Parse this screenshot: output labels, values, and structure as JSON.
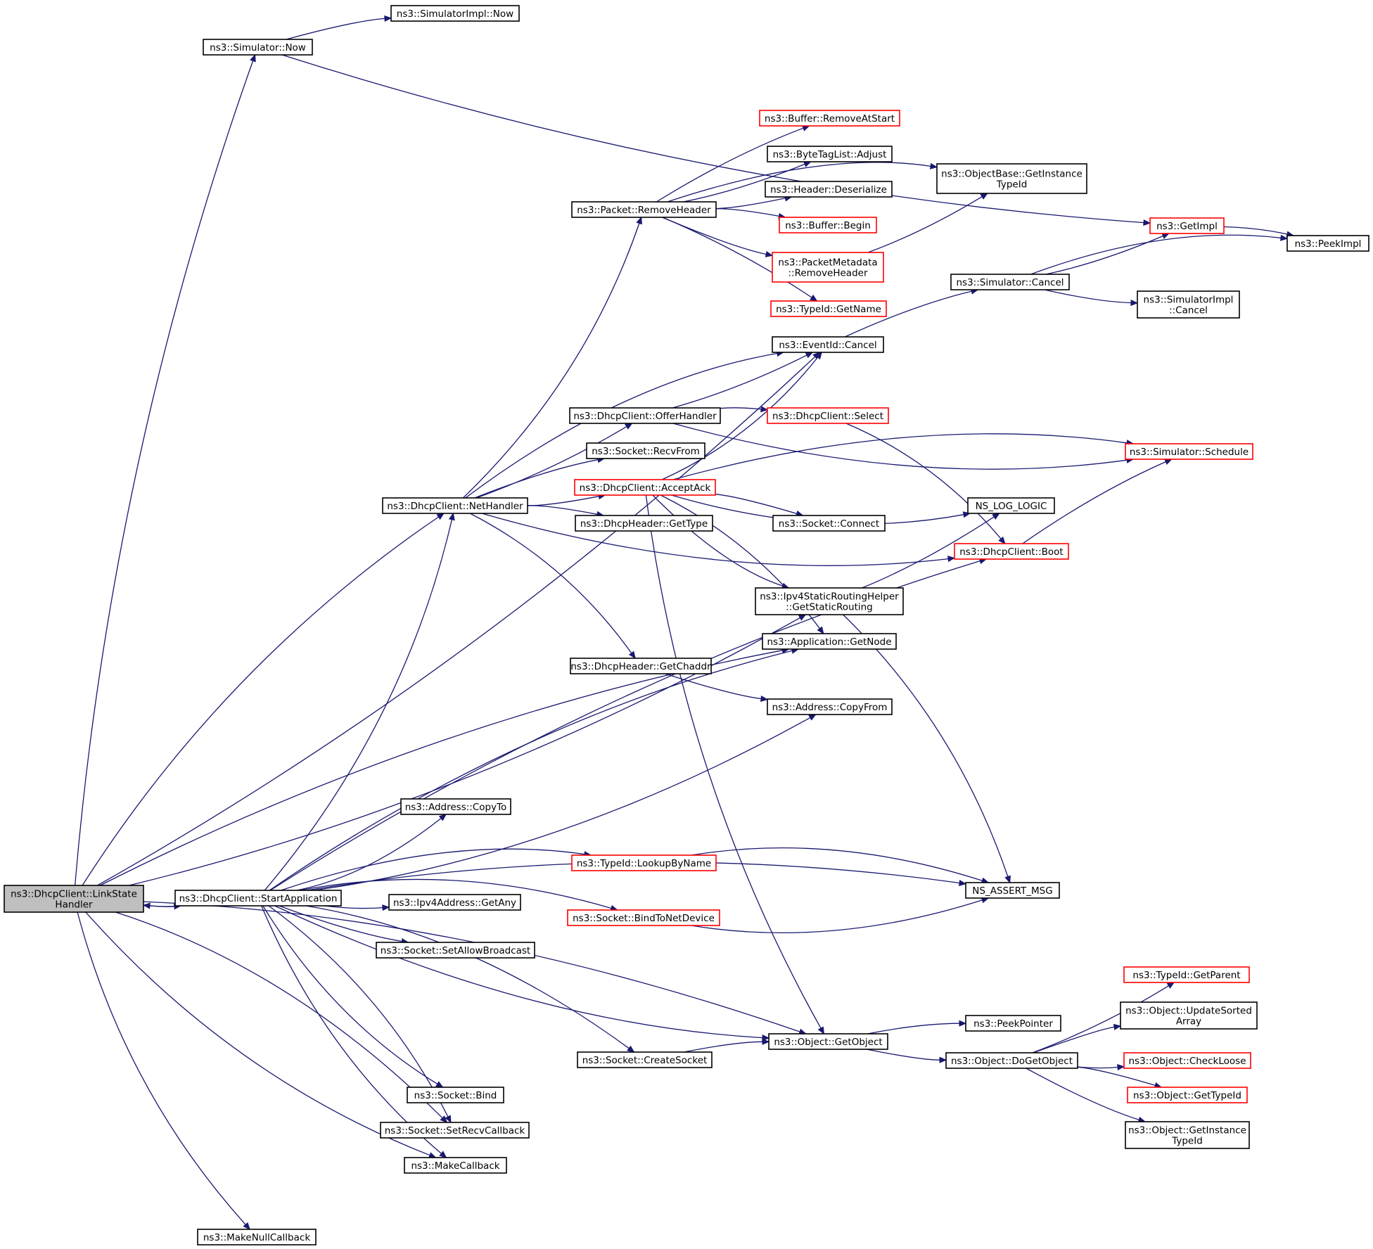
{
  "colors": {
    "edge": "#191970",
    "border_normal": "#000000",
    "border_truncated": "#ff0000",
    "root_fill": "#bfbfbf",
    "node_fill": "#ffffff"
  },
  "nodes": [
    {
      "id": "linkstate",
      "lines": [
        "ns3::DhcpClient::LinkState",
        "Handler"
      ],
      "style": "root"
    },
    {
      "id": "startapp",
      "lines": [
        "ns3::DhcpClient::StartApplication"
      ],
      "style": "normal"
    },
    {
      "id": "simnow",
      "lines": [
        "ns3::Simulator::Now"
      ],
      "style": "normal"
    },
    {
      "id": "simimplnow",
      "lines": [
        "ns3::SimulatorImpl::Now"
      ],
      "style": "normal"
    },
    {
      "id": "removeatstart",
      "lines": [
        "ns3::Buffer::RemoveAtStart"
      ],
      "style": "truncated"
    },
    {
      "id": "bytetag",
      "lines": [
        "ns3::ByteTagList::Adjust"
      ],
      "style": "normal"
    },
    {
      "id": "objbase",
      "lines": [
        "ns3::ObjectBase::GetInstance",
        "TypeId"
      ],
      "style": "normal"
    },
    {
      "id": "hdrdeser",
      "lines": [
        "ns3::Header::Deserialize"
      ],
      "style": "normal"
    },
    {
      "id": "pktremove",
      "lines": [
        "ns3::Packet::RemoveHeader"
      ],
      "style": "normal"
    },
    {
      "id": "bufbegin",
      "lines": [
        "ns3::Buffer::Begin"
      ],
      "style": "truncated"
    },
    {
      "id": "getimpl",
      "lines": [
        "ns3::GetImpl"
      ],
      "style": "truncated"
    },
    {
      "id": "peekimpl",
      "lines": [
        "ns3::PeekImpl"
      ],
      "style": "normal"
    },
    {
      "id": "pktmeta",
      "lines": [
        "ns3::PacketMetadata",
        "::RemoveHeader"
      ],
      "style": "truncated"
    },
    {
      "id": "simcancel",
      "lines": [
        "ns3::Simulator::Cancel"
      ],
      "style": "normal"
    },
    {
      "id": "simimplcancel",
      "lines": [
        "ns3::SimulatorImpl",
        "::Cancel"
      ],
      "style": "normal"
    },
    {
      "id": "typegetname",
      "lines": [
        "ns3::TypeId::GetName"
      ],
      "style": "truncated"
    },
    {
      "id": "evcancel",
      "lines": [
        "ns3::EventId::Cancel"
      ],
      "style": "normal"
    },
    {
      "id": "offer",
      "lines": [
        "ns3::DhcpClient::OfferHandler"
      ],
      "style": "normal"
    },
    {
      "id": "select",
      "lines": [
        "ns3::DhcpClient::Select"
      ],
      "style": "truncated"
    },
    {
      "id": "recvfrom",
      "lines": [
        "ns3::Socket::RecvFrom"
      ],
      "style": "normal"
    },
    {
      "id": "schedule",
      "lines": [
        "ns3::Simulator::Schedule"
      ],
      "style": "truncated"
    },
    {
      "id": "acceptack",
      "lines": [
        "ns3::DhcpClient::AcceptAck"
      ],
      "style": "truncated"
    },
    {
      "id": "nethandler",
      "lines": [
        "ns3::DhcpClient::NetHandler"
      ],
      "style": "normal"
    },
    {
      "id": "nslog",
      "lines": [
        "NS_LOG_LOGIC"
      ],
      "style": "normal"
    },
    {
      "id": "dhcpgettype",
      "lines": [
        "ns3::DhcpHeader::GetType"
      ],
      "style": "normal"
    },
    {
      "id": "sockconnect",
      "lines": [
        "ns3::Socket::Connect"
      ],
      "style": "normal"
    },
    {
      "id": "boot",
      "lines": [
        "ns3::DhcpClient::Boot"
      ],
      "style": "truncated"
    },
    {
      "id": "ipv4static",
      "lines": [
        "ns3::Ipv4StaticRoutingHelper",
        "::GetStaticRouting"
      ],
      "style": "normal"
    },
    {
      "id": "appgetnode",
      "lines": [
        "ns3::Application::GetNode"
      ],
      "style": "normal"
    },
    {
      "id": "getchaddr",
      "lines": [
        "ns3::DhcpHeader::GetChaddr"
      ],
      "style": "normal"
    },
    {
      "id": "copyfrom",
      "lines": [
        "ns3::Address::CopyFrom"
      ],
      "style": "normal"
    },
    {
      "id": "copyto",
      "lines": [
        "ns3::Address::CopyTo"
      ],
      "style": "normal"
    },
    {
      "id": "lookup",
      "lines": [
        "ns3::TypeId::LookupByName"
      ],
      "style": "truncated"
    },
    {
      "id": "getany",
      "lines": [
        "ns3::Ipv4Address::GetAny"
      ],
      "style": "normal"
    },
    {
      "id": "assertmsg",
      "lines": [
        "NS_ASSERT_MSG"
      ],
      "style": "normal"
    },
    {
      "id": "bindnet",
      "lines": [
        "ns3::Socket::BindToNetDevice"
      ],
      "style": "truncated"
    },
    {
      "id": "allowbc",
      "lines": [
        "ns3::Socket::SetAllowBroadcast"
      ],
      "style": "normal"
    },
    {
      "id": "getparent",
      "lines": [
        "ns3::TypeId::GetParent"
      ],
      "style": "truncated"
    },
    {
      "id": "updsorted",
      "lines": [
        "ns3::Object::UpdateSorted",
        "Array"
      ],
      "style": "normal"
    },
    {
      "id": "peekptr",
      "lines": [
        "ns3::PeekPointer"
      ],
      "style": "normal"
    },
    {
      "id": "getobject",
      "lines": [
        "ns3::Object::GetObject"
      ],
      "style": "normal"
    },
    {
      "id": "createsock",
      "lines": [
        "ns3::Socket::CreateSocket"
      ],
      "style": "normal"
    },
    {
      "id": "dogetobj",
      "lines": [
        "ns3::Object::DoGetObject"
      ],
      "style": "normal"
    },
    {
      "id": "checkloose",
      "lines": [
        "ns3::Object::CheckLoose"
      ],
      "style": "truncated"
    },
    {
      "id": "sockbind",
      "lines": [
        "ns3::Socket::Bind"
      ],
      "style": "normal"
    },
    {
      "id": "gettypeid",
      "lines": [
        "ns3::Object::GetTypeId"
      ],
      "style": "truncated"
    },
    {
      "id": "setrecv",
      "lines": [
        "ns3::Socket::SetRecvCallback"
      ],
      "style": "normal"
    },
    {
      "id": "objinst",
      "lines": [
        "ns3::Object::GetInstance",
        "TypeId"
      ],
      "style": "normal"
    },
    {
      "id": "makecb",
      "lines": [
        "ns3::MakeCallback"
      ],
      "style": "normal"
    },
    {
      "id": "makenull",
      "lines": [
        "ns3::MakeNullCallback"
      ],
      "style": "normal"
    }
  ],
  "edges": [
    [
      "linkstate",
      "simnow"
    ],
    [
      "linkstate",
      "evcancel"
    ],
    [
      "linkstate",
      "nethandler"
    ],
    [
      "linkstate",
      "ipv4static"
    ],
    [
      "linkstate",
      "appgetnode"
    ],
    [
      "linkstate",
      "startapp"
    ],
    [
      "linkstate",
      "setrecv"
    ],
    [
      "linkstate",
      "makecb"
    ],
    [
      "linkstate",
      "getobject"
    ],
    [
      "linkstate",
      "makenull"
    ],
    [
      "startapp",
      "linkstate"
    ],
    [
      "startapp",
      "nethandler"
    ],
    [
      "startapp",
      "appgetnode"
    ],
    [
      "startapp",
      "copyfrom"
    ],
    [
      "startapp",
      "boot"
    ],
    [
      "startapp",
      "copyto"
    ],
    [
      "startapp",
      "lookup"
    ],
    [
      "startapp",
      "getany"
    ],
    [
      "startapp",
      "bindnet"
    ],
    [
      "startapp",
      "allowbc"
    ],
    [
      "startapp",
      "assertmsg"
    ],
    [
      "startapp",
      "getobject"
    ],
    [
      "startapp",
      "createsock"
    ],
    [
      "startapp",
      "sockbind"
    ],
    [
      "startapp",
      "setrecv"
    ],
    [
      "startapp",
      "makecb"
    ],
    [
      "simnow",
      "simimplnow"
    ],
    [
      "simnow",
      "getimpl"
    ],
    [
      "pktremove",
      "removeatstart"
    ],
    [
      "pktremove",
      "bytetag"
    ],
    [
      "pktremove",
      "objbase"
    ],
    [
      "pktremove",
      "hdrdeser"
    ],
    [
      "pktremove",
      "bufbegin"
    ],
    [
      "pktremove",
      "pktmeta"
    ],
    [
      "pktremove",
      "typegetname"
    ],
    [
      "pktmeta",
      "objbase"
    ],
    [
      "getimpl",
      "peekimpl"
    ],
    [
      "simcancel",
      "getimpl"
    ],
    [
      "simcancel",
      "peekimpl"
    ],
    [
      "simcancel",
      "simimplcancel"
    ],
    [
      "evcancel",
      "simcancel"
    ],
    [
      "nethandler",
      "pktremove"
    ],
    [
      "nethandler",
      "evcancel"
    ],
    [
      "nethandler",
      "offer"
    ],
    [
      "nethandler",
      "recvfrom"
    ],
    [
      "nethandler",
      "acceptack"
    ],
    [
      "nethandler",
      "dhcpgettype"
    ],
    [
      "nethandler",
      "boot"
    ],
    [
      "nethandler",
      "getchaddr"
    ],
    [
      "offer",
      "evcancel"
    ],
    [
      "offer",
      "select"
    ],
    [
      "offer",
      "schedule"
    ],
    [
      "select",
      "boot"
    ],
    [
      "acceptack",
      "evcancel"
    ],
    [
      "acceptack",
      "schedule"
    ],
    [
      "acceptack",
      "nslog"
    ],
    [
      "acceptack",
      "sockconnect"
    ],
    [
      "acceptack",
      "ipv4static"
    ],
    [
      "acceptack",
      "appgetnode"
    ],
    [
      "acceptack",
      "getobject"
    ],
    [
      "boot",
      "schedule"
    ],
    [
      "ipv4static",
      "nslog"
    ],
    [
      "ipv4static",
      "assertmsg"
    ],
    [
      "getchaddr",
      "copyfrom"
    ],
    [
      "lookup",
      "assertmsg"
    ],
    [
      "bindnet",
      "assertmsg"
    ],
    [
      "getobject",
      "peekptr"
    ],
    [
      "getobject",
      "dogetobj"
    ],
    [
      "createsock",
      "getobject"
    ],
    [
      "dogetobj",
      "getparent"
    ],
    [
      "dogetobj",
      "updsorted"
    ],
    [
      "dogetobj",
      "checkloose"
    ],
    [
      "dogetobj",
      "gettypeid"
    ],
    [
      "dogetobj",
      "objinst"
    ]
  ]
}
